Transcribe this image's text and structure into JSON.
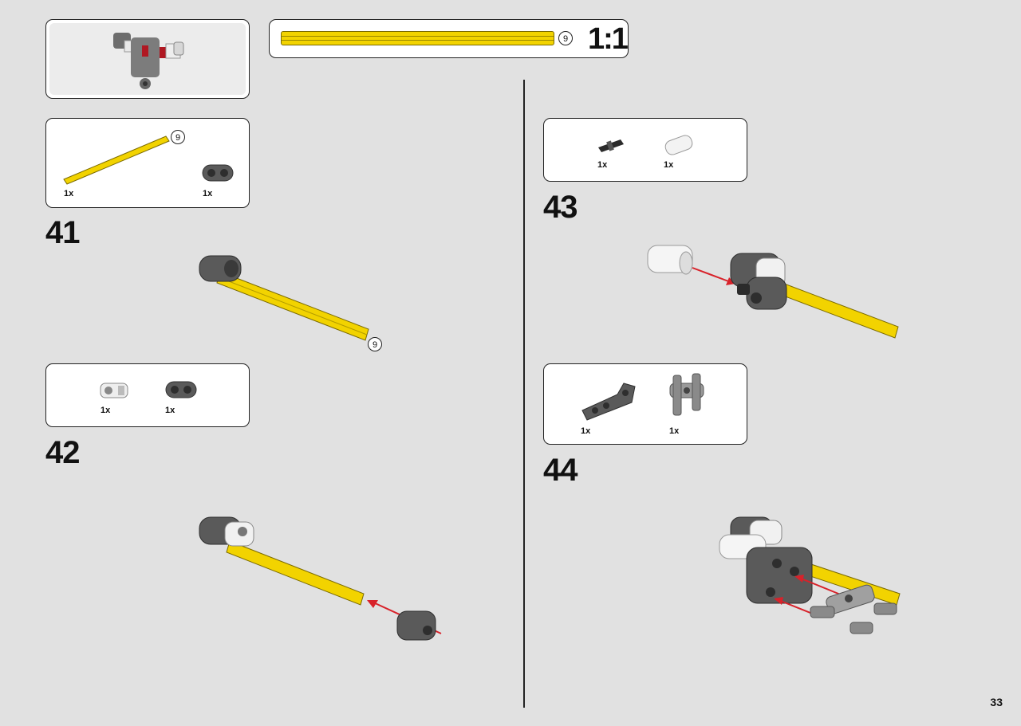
{
  "page_number": "33",
  "ruler": {
    "length_label": "9",
    "scale_label": "1:1"
  },
  "steps": [
    {
      "number": "41",
      "parts": [
        {
          "icon": "yellow-axle-9-icon",
          "qty": "1x",
          "length_label": "9"
        },
        {
          "icon": "dark-gray-beam-2-icon",
          "qty": "1x"
        }
      ],
      "callout_label": "9"
    },
    {
      "number": "42",
      "parts": [
        {
          "icon": "white-cross-block-icon",
          "qty": "1x"
        },
        {
          "icon": "dark-gray-beam-2-icon",
          "qty": "1x"
        }
      ]
    },
    {
      "number": "43",
      "parts": [
        {
          "icon": "black-pin-icon",
          "qty": "1x"
        },
        {
          "icon": "white-bush-icon",
          "qty": "1x"
        }
      ]
    },
    {
      "number": "44",
      "parts": [
        {
          "icon": "dark-gray-angle-beam-icon",
          "qty": "1x"
        },
        {
          "icon": "gray-cross-connector-icon",
          "qty": "1x"
        }
      ]
    }
  ],
  "colors": {
    "background": "#e1e1e1",
    "axle": "#f2d300",
    "beam": "#5a5a5a",
    "arrow": "#d8222a"
  }
}
